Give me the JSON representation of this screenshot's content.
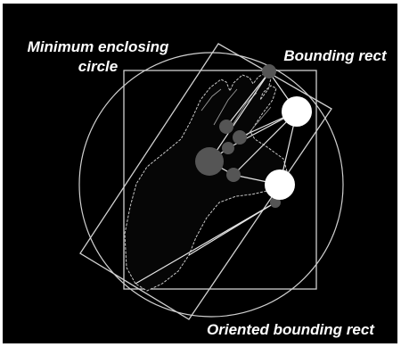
{
  "labels": {
    "min_circle_line1": "Minimum enclosing",
    "min_circle_line2": "circle",
    "bounding_rect": "Bounding rect",
    "oriented_rect": "Oriented bounding rect"
  },
  "colors": {
    "background": "#000000",
    "lines": "#ffffff",
    "small_circles": "#555555",
    "large_circles": "#ffffff"
  }
}
